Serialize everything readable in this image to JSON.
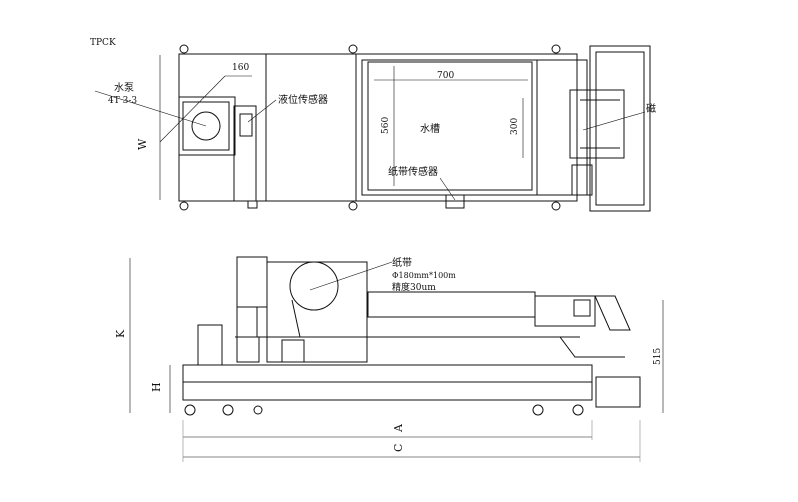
{
  "top_view": {
    "model_label": "TPCK",
    "pump_label": "水泵",
    "pump_model": "4T 3-3",
    "pump_dim": "160",
    "level_sensor_label": "液位传感器",
    "width_label": "W",
    "tank_length": "700",
    "tank_width": "560",
    "tank_label": "水槽",
    "inner_dim": "300",
    "paper_sensor_label": "纸带传感器",
    "magnetic_label": "磁"
  },
  "side_view": {
    "paper_label": "纸带",
    "paper_spec": "Φ180mm*100m",
    "precision": "精度30um",
    "k_label": "K",
    "h_label": "H",
    "a_label": "A",
    "c_label": "C",
    "height_dim": "515"
  }
}
